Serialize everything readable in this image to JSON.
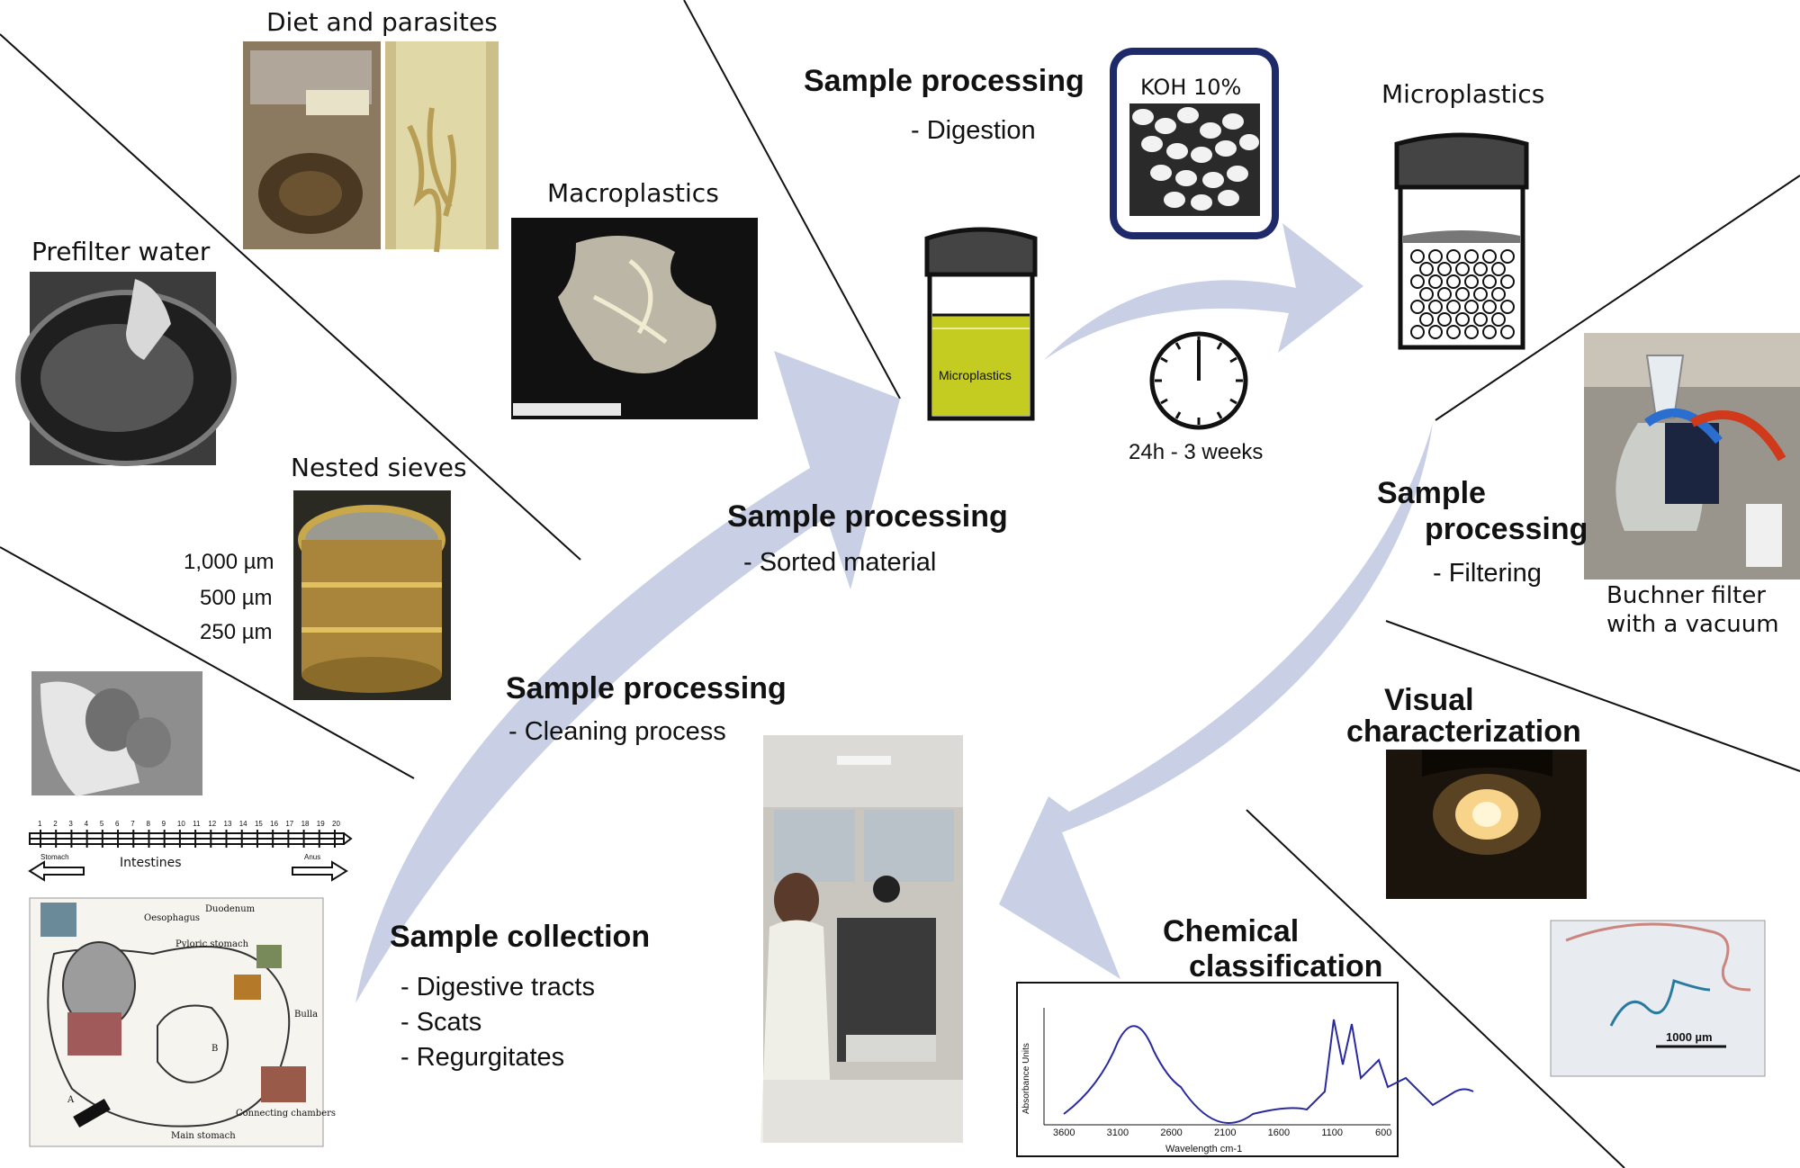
{
  "labels": {
    "diet_parasites": "Diet and parasites",
    "prefilter_water": "Prefilter water",
    "macroplastics": "Macroplastics",
    "nested_sieves": "Nested sieves",
    "sieve_sizes": [
      "1,000 µm",
      "500 µm",
      "250 µm"
    ],
    "microplastics_top": "Microplastics",
    "koh": "KOH 10%",
    "jar_label": "Microplastics",
    "timer": "24h - 3 weeks",
    "buchner": [
      "Buchner filter",
      "with a vacuum"
    ],
    "scale_bar": "1000 µm"
  },
  "steps": {
    "digestion": {
      "title": "Sample processing",
      "item": "- Digestion"
    },
    "sorted": {
      "title": "Sample processing",
      "item": "- Sorted material"
    },
    "cleaning": {
      "title": "Sample processing",
      "item": "- Cleaning process"
    },
    "filtering": {
      "title_1": "Sample",
      "title_2": "processing",
      "item": "- Filtering"
    },
    "visual": {
      "title_1": "Visual",
      "title_2": "characterization"
    },
    "chemical": {
      "title_1": "Chemical",
      "title_2": "classification"
    },
    "collection": {
      "title": "Sample collection",
      "items": [
        "- Digestive tracts",
        "- Scats",
        "- Regurgitates"
      ]
    }
  },
  "intestine_ruler": {
    "ticks": [
      "1",
      "2",
      "3",
      "4",
      "5",
      "6",
      "7",
      "8",
      "9",
      "10",
      "11",
      "12",
      "13",
      "14",
      "15",
      "16",
      "17",
      "18",
      "19",
      "20"
    ],
    "left": "Stomach",
    "middle": "Intestines",
    "right": "Anus"
  },
  "anatomy_labels": [
    "Oesophagus",
    "Duodenum",
    "Pyloric stomach",
    "Bulla",
    "Connecting chambers",
    "Main stomach",
    "A",
    "B"
  ],
  "spectrum": {
    "ylabel": "Absorbance Units",
    "xlabel": "Wavelength cm-1",
    "xticks": [
      "3600",
      "3100",
      "2600",
      "2100",
      "1600",
      "1100",
      "600"
    ]
  },
  "colors": {
    "arrow": "#c9d0e6",
    "jar_liquid": "#c4cc22",
    "koh_border": "#1f2a6b"
  }
}
